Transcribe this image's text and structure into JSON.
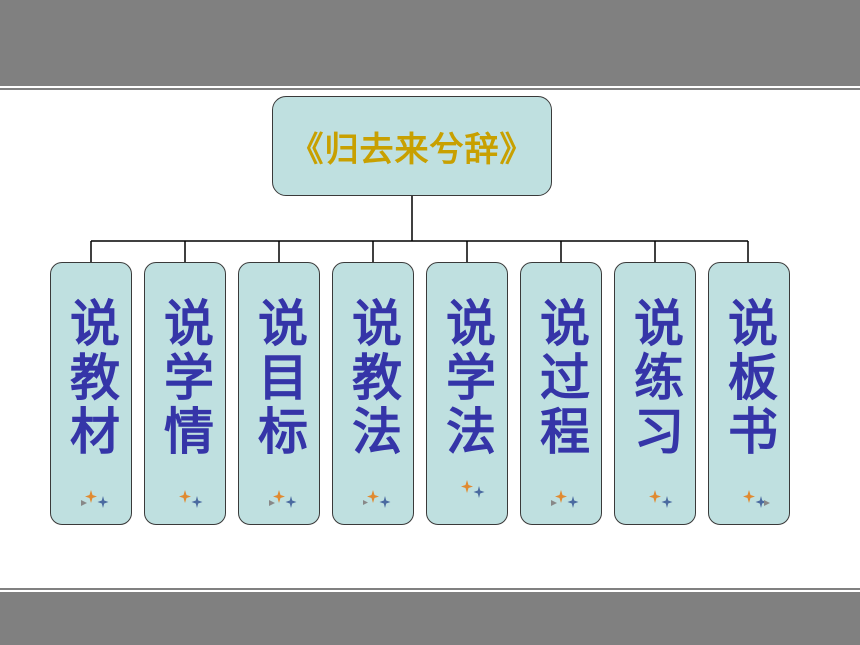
{
  "root": {
    "title": "《归去来兮辞》"
  },
  "children": [
    {
      "label": "说教材"
    },
    {
      "label": "说学情"
    },
    {
      "label": "说目标"
    },
    {
      "label": "说教法"
    },
    {
      "label": "说学法"
    },
    {
      "label": "说过程"
    },
    {
      "label": "说练习"
    },
    {
      "label": "说板书"
    }
  ],
  "colors": {
    "band": "#808080",
    "box_fill": "#bfe0e0",
    "title_text": "#c8a000",
    "child_text": "#3535a8"
  }
}
